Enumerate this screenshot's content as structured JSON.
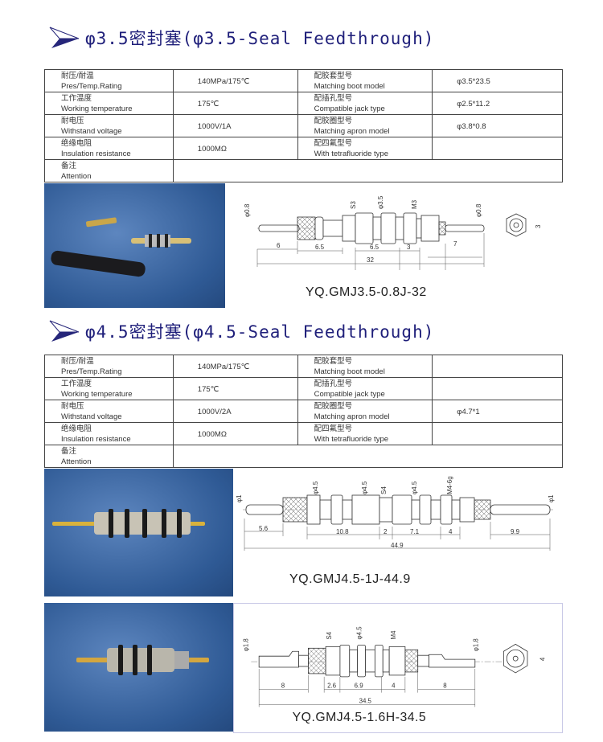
{
  "sections": [
    {
      "title": "φ3.5密封塞(φ3.5-Seal Feedthrough)",
      "rows": [
        {
          "cn": "耐压/耐温",
          "en": "Pres/Temp.Rating",
          "value": "140MPa/175℃",
          "cn2": "配胶套型号",
          "en2": "Matching boot model",
          "value2": "φ3.5*23.5"
        },
        {
          "cn": "工作温度",
          "en": "Working temperature",
          "value": "175℃",
          "cn2": "配插孔型号",
          "en2": "Compatible jack type",
          "value2": "φ2.5*11.2"
        },
        {
          "cn": "耐电压",
          "en": "Withstand voltage",
          "value": "1000V/1A",
          "cn2": "配胶圈型号",
          "en2": "Matching apron model",
          "value2": "φ3.8*0.8"
        },
        {
          "cn": "绝缘电阻",
          "en": "Insulation resistance",
          "value": "1000MΩ",
          "cn2": "配四氟型号",
          "en2": "With tetrafluoride type",
          "value2": ""
        }
      ],
      "note_cn": "备注",
      "note_en": "Attention"
    },
    {
      "title": "φ4.5密封塞(φ4.5-Seal Feedthrough)",
      "rows": [
        {
          "cn": "耐压/耐温",
          "en": "Pres/Temp.Rating",
          "value": "140MPa/175℃",
          "cn2": "配胶套型号",
          "en2": "Matching boot model",
          "value2": ""
        },
        {
          "cn": "工作温度",
          "en": "Working temperature",
          "value": "175℃",
          "cn2": "配插孔型号",
          "en2": "Compatible jack type",
          "value2": ""
        },
        {
          "cn": "耐电压",
          "en": "Withstand voltage",
          "value": "1000V/2A",
          "cn2": "配胶圈型号",
          "en2": "Matching apron model",
          "value2": "φ4.7*1"
        },
        {
          "cn": "绝缘电阻",
          "en": "Insulation resistance",
          "value": "1000MΩ",
          "cn2": "配四氟型号",
          "en2": "With tetrafluoride type",
          "value2": ""
        }
      ],
      "note_cn": "备注",
      "note_en": "Attention"
    }
  ],
  "drawings": [
    {
      "model": "YQ.GMJ3.5-0.8J-32",
      "dims": [
        "φ0.8",
        "S3",
        "φ3.5",
        "M3",
        "φ0.8",
        "6",
        "6.5",
        "6.5",
        "3",
        "7",
        "32",
        "3"
      ]
    },
    {
      "model": "YQ.GMJ4.5-1J-44.9",
      "dims": [
        "φ1",
        "φ4.5",
        "φ4.5",
        "S4",
        "φ4.5",
        "M4-6g",
        "φ1",
        "5.6",
        "10.8",
        "2",
        "7.1",
        "4",
        "9.9",
        "44.9"
      ]
    },
    {
      "model": "YQ.GMJ4.5-1.6H-34.5",
      "dims": [
        "φ1.8",
        "S4",
        "φ4.5",
        "M4",
        "φ1.8",
        "8",
        "2.6",
        "6.9",
        "4",
        "8",
        "34.5",
        "4"
      ]
    }
  ]
}
